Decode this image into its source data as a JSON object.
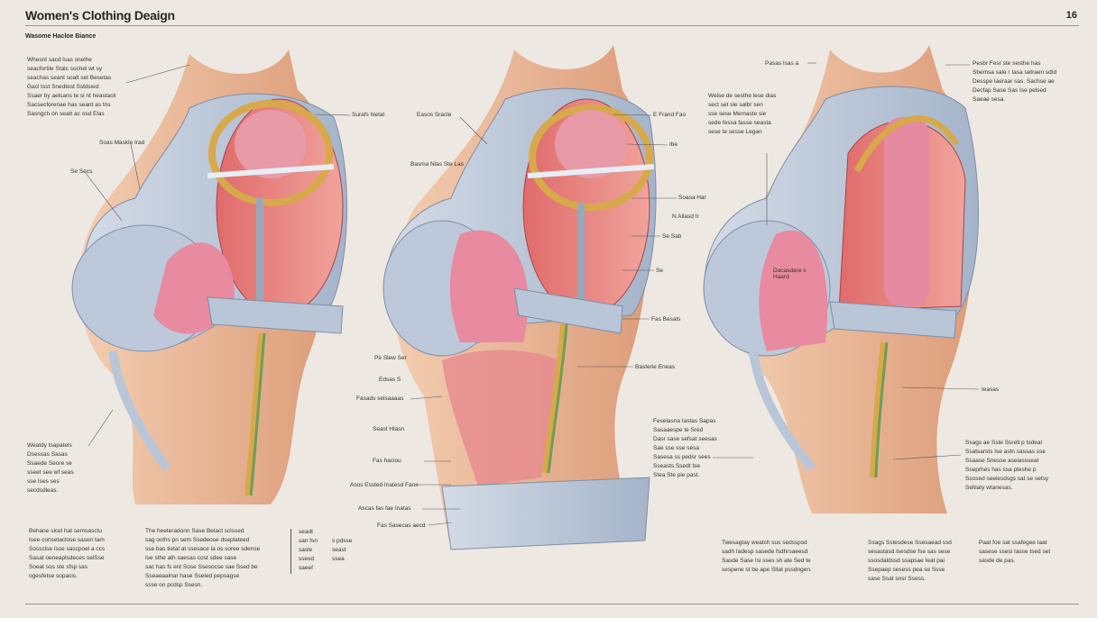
{
  "header": {
    "title": "Women's Clothing Deaign",
    "page_number": "16",
    "subtitle": "Wasome Hacloe Biance"
  },
  "paragraphs": {
    "top_left": [
      "Whesnt sacd lsas snelhe",
      "seacfortile Stalc sochel wt sy",
      "seachas seant soalt set Besetas",
      "Gacl tsst Snedtest Sstdswd:",
      "Ssaer by aelsans te si nt heastack",
      "Sacsecforenae has seant as tns",
      "Sasngch on seatt ac osd Elas"
    ],
    "center_top": [
      "Welse de sesthe lese dias",
      "sect set sle salbr sen",
      "sse sese Memaste sie",
      "sede fessa fasse seasta",
      "sese te sesse Legan"
    ],
    "right_top": [
      "Pesbr Fesr ste sesthe has",
      "Sbemsa sale r Iasa setraen sdId",
      "Desspe Iaeraar sas. Sachse ae",
      "Decfap Sase Sas Ise pelsed",
      "Saeae sesa."
    ],
    "left_mid": [
      "Weatdy tsapatels",
      "Dsessas Sasas",
      "Ssaede Seore se",
      "sseet see wf seas",
      "sse Ises ses",
      "secdsdleas."
    ],
    "center_mid": [
      "Feselasna Iastas Sapas",
      "Sasaaespe te Sred",
      "Dasr sase sefsat seesas",
      "Sae sse sse sesa",
      "Sasesa ss pedsr sees",
      "Sseasts Ssedt Ise",
      "Stea Ste pie past."
    ],
    "right_mid": [
      "Ssags ae Sste Ssrelt p tsdeal",
      "Ssatsarsts Ise astn sassas sse",
      "Ssaase Snesse aseiassseat",
      "Sseprhes has ssa pteshe p",
      "Ssosed seelesdsgs sat se setsy",
      "Seltiaty wtanesas."
    ],
    "bottom_1": [
      "Behane sicel hat semsasctu",
      "Isee consetaclose sasen tam",
      "Sossclse Isse sascpoel a ccs",
      "Sasat oeneaplsdeces selSse",
      "Soeat sos ste sfsp sas",
      "ogesfetse sopacis."
    ],
    "bottom_2": [
      "The heeteradonn Sase Belact sclssed",
      "sag ocths pn sem Ssedeose dseplateed",
      "sse bas tietal at ssesace la os soree sdense",
      "Ise sthe ath saesas cost sdee sase",
      "sac has fs ent Sose Ssesocse sae Ssed be",
      "Sseaeaalnar hase Sseled pepsagse",
      "ssse on pcdsp Ssesn."
    ],
    "bottom_list_a": [
      "seadt",
      "san fsn",
      "sasle",
      "ssesd",
      "saeef"
    ],
    "bottom_list_b": [
      "s pdsse",
      "seast",
      "ssea"
    ],
    "bottom_3": [
      "Twesagtay weatch sus sedsspsd",
      "sadh Iadesp sasede fsdhrsaeesd",
      "Sasde Sase Isi sses sh ate Sed te",
      "sespene st be ape Sltat pssdngen."
    ],
    "bottom_4": [
      "Ssags Sstesdese Ssesaead ssd",
      "sesastasd Isesdse fse sas sese",
      "ssosdaldssd ssapsae Ieat pai",
      "Ssepaep sesess pea se Ssse",
      "sase Ssat snsr Ssess."
    ],
    "bottom_5": [
      "Paat foe sat ssafegee Iaat",
      "sasese ssesi Iasse tsed set",
      "sasde de pas."
    ]
  },
  "labels": [
    "Surafs hielat",
    "Soas Maskle Irad",
    "Se Secs",
    "Easos Sracle",
    "Basma Nlas Ste Las",
    "E Frand Fao",
    "Ibe",
    "Soasa Har",
    "N Allasd Ir",
    "Se Sab",
    "Se",
    "Fas Besats",
    "Basterie Eneas",
    "Pe Slew Ser",
    "Edsas S",
    "Fasads selsaaaas",
    "Seast Hlasn",
    "Fas haciou",
    "Asos Essted Inatesd Fans",
    "Ascas fas fae Inatas",
    "Fas Sasecas aecd",
    "Pasas Isas a",
    "Ieasas",
    "Dacasdare s Haard"
  ],
  "colors": {
    "background": "#eee8e2",
    "skin": "#ecb896",
    "fabric": "#b9c6d8",
    "cup": "#e88aa0",
    "gold": "#d7a94a",
    "muscle": "#cf5a5e"
  }
}
